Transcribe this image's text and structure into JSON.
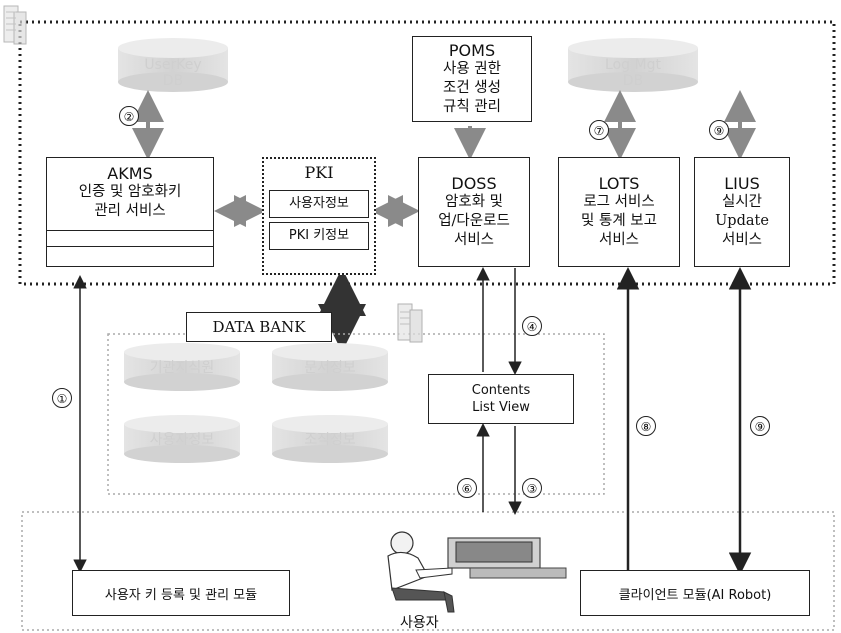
{
  "modules": {
    "akms": {
      "title": "AKMS",
      "lines": [
        "인증 및 암호화키",
        "관리 서비스"
      ]
    },
    "pki": {
      "title": "PKI",
      "items": [
        "사용자정보",
        "PKI 키정보"
      ]
    },
    "doss": {
      "title": "DOSS",
      "lines": [
        "암호화 및",
        "업/다운로드",
        "서비스"
      ]
    },
    "lots": {
      "title": "LOTS",
      "lines": [
        "로그 서비스",
        "및 통계 보고",
        "서비스"
      ]
    },
    "lius": {
      "title": "LIUS",
      "lines": [
        "실시간",
        "Update",
        "서비스"
      ]
    },
    "poms": {
      "title": "POMS",
      "lines": [
        "사용 권한",
        "조건 생성",
        "규칙 관리"
      ]
    }
  },
  "databases": {
    "user_key": [
      "UserKey",
      "DB"
    ],
    "log_mgt": [
      "Log Mgt",
      "DB"
    ]
  },
  "data_bank": {
    "label": "DATA BANK",
    "stores": [
      "기관지식원",
      "문서정보",
      "사용자정보",
      "조직정보"
    ]
  },
  "contents": {
    "lines": [
      "Contents",
      "List View"
    ]
  },
  "user_key_module": "사용자 키 등록 및 관리 모듈",
  "client_module": "클라이언트 모듈(AI Robot)",
  "user_label": "사용자",
  "step_markers": [
    "①",
    "②",
    "③",
    "④",
    "⑥",
    "⑦",
    "⑧",
    "⑨",
    "⑨"
  ],
  "colors": {
    "arrow_gray": "#8a8a8a",
    "arrow_dark": "#333333",
    "db_gray": "#d8d8d8"
  }
}
